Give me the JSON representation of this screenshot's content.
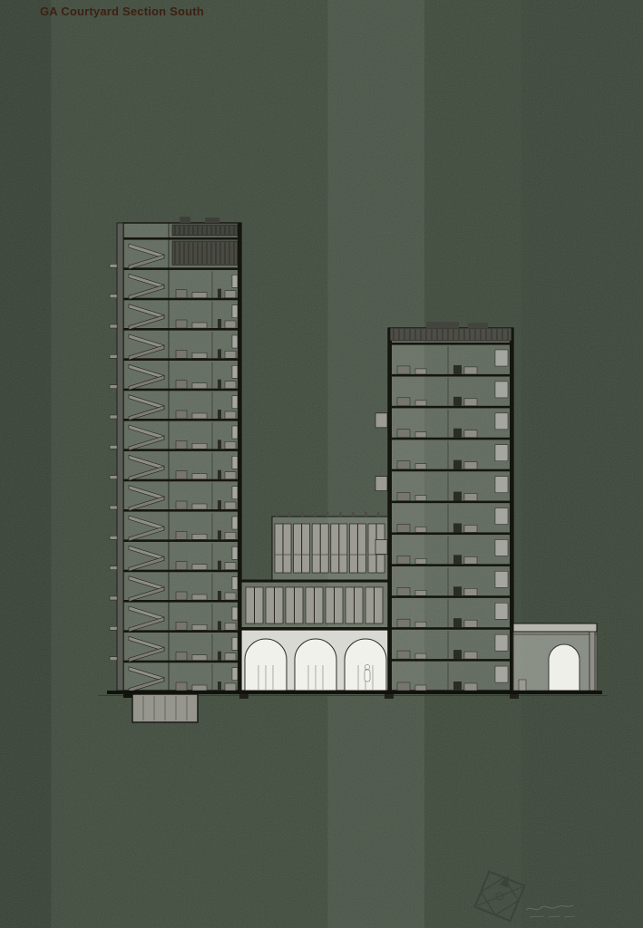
{
  "page": {
    "title": "GA Courtyard Section South"
  },
  "drawing": {
    "name": "building-courtyard-section",
    "left_tower": {
      "floors": 15,
      "stair_flights": 15
    },
    "right_tower": {
      "floors": 11,
      "balcony_floors": [
        2,
        4,
        6
      ]
    },
    "mid_block": {
      "upper_window_bays": 6,
      "lower_window_bays": 7,
      "arches": 3
    },
    "annex": {
      "arches": 1
    }
  },
  "colors": {
    "background": "#3f4b3c",
    "title": "#3d2012",
    "line": "#15150f",
    "slab": "#15150f",
    "wall_gray": "#5b5c55",
    "fill_gray": "#8e8e87",
    "fill_mid": "#9c9c95",
    "fill_light": "#d9d9d3",
    "fill_white": "#f1f1ec",
    "compass": "#3a443b",
    "signature": "#666c61"
  }
}
